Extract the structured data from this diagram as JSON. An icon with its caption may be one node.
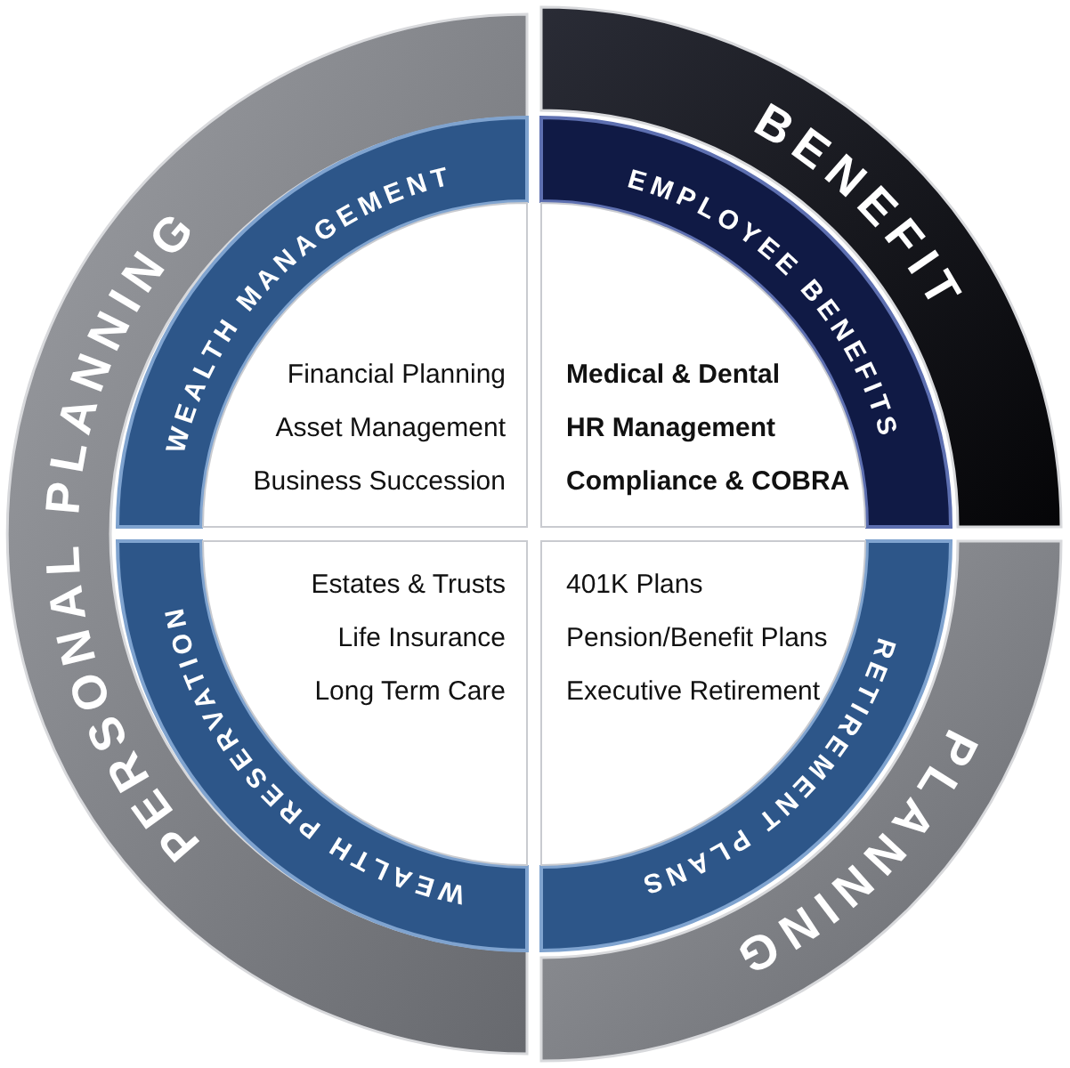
{
  "diagram": {
    "nodes": [
      {
        "text": [
          "PERSONAL PLANNING"
        ]
      },
      {
        "text": [
          "BENEFIT"
        ]
      },
      {
        "text": [
          "PLANNING"
        ]
      },
      {
        "text": [
          "WEALTH MANAGEMENT",
          "Financial Planning",
          "Asset Management",
          "Business Succession"
        ]
      },
      {
        "text": [
          "EMPLOYEE BENEFITS",
          "Medical & Dental",
          "HR Management",
          "Compliance & COBRA"
        ]
      },
      {
        "text": [
          "WEALTH PRESERVATION",
          "Estates & Trusts",
          "Life Insurance",
          "Long Term Care"
        ]
      },
      {
        "text": [
          "RETIREMENT PLANS",
          "401K Plans",
          "Pension/Benefit Plans",
          "Executive Retirement"
        ]
      }
    ],
    "edges": []
  }
}
